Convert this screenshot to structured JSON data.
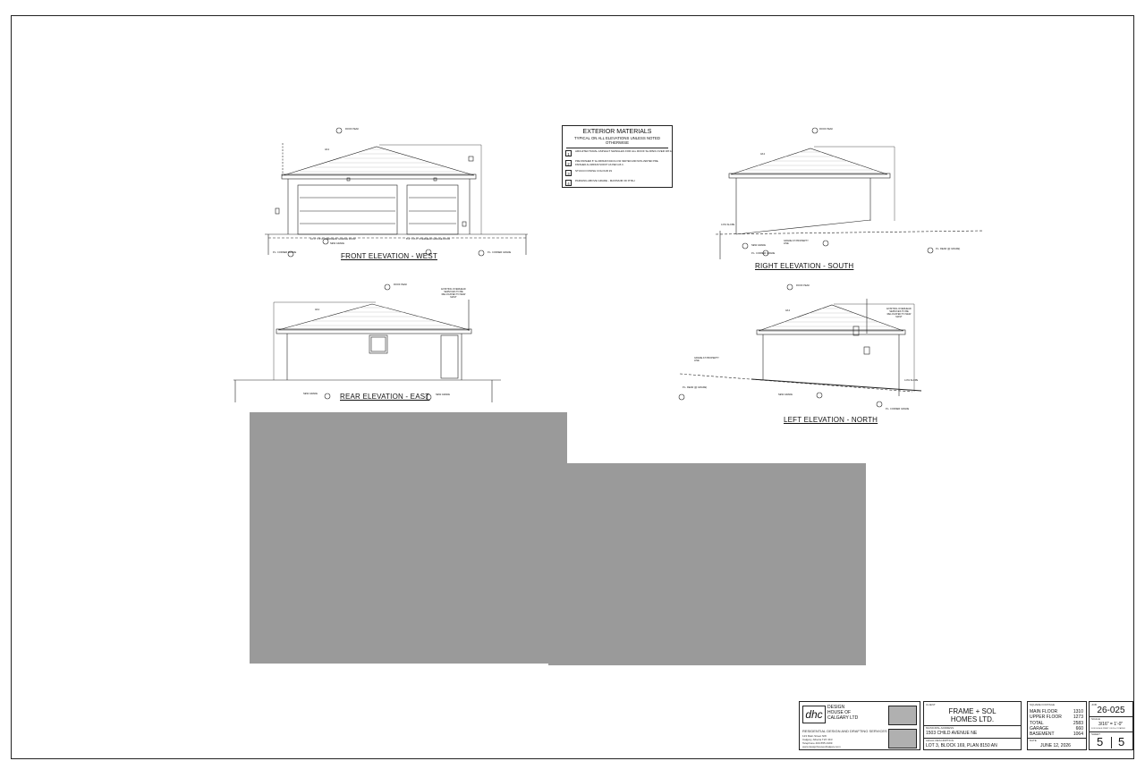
{
  "legend": {
    "title": "EXTERIOR MATERIALS",
    "subtitle": "TYPICAL ON ALL ELEVATIONS UNLESS NOTED OTHERWISE",
    "items": [
      {
        "num": "1",
        "text": "ARCHITECTURAL ASPHALT SHINGLES FOR ALL ROOF SLOPES OVER 3/8:12"
      },
      {
        "num": "2",
        "text": "PRE FINISHED 8\" ALUMINUM FASCIA C/W VENTED AND NON-VENTED PRE-FINISHED ALUMINUM SOFFIT AS PER A.B.C."
      },
      {
        "num": "3",
        "text": "STUCCO FINISH COLOUR #1"
      },
      {
        "num": "4",
        "text": "PARGING ABOVE GRADE - MAXIMUM OF 8\"/6H"
      }
    ]
  },
  "elevations": {
    "front": {
      "title": "FRONT ELEVATION - WEST",
      "roof_peak": "ROOF PEAK",
      "door_left": "16'-0\" X 8'-0\" OVERHEAD GARAGE DOOR",
      "door_right": "8'-0\" X 8'-0\" OVERHEAD GARAGE DOOR",
      "new_grade": "NEW GRADE",
      "pl_corner_left": "P.L. CORNER GRADE",
      "pl_corner_right": "P.L. CORNER GRADE",
      "pitch": "4/12"
    },
    "right": {
      "title": "RIGHT ELEVATION - SOUTH",
      "roof_peak": "ROOF PEAK",
      "slope": "4.0% SLOPE",
      "new_grade": "NEW GRADE",
      "grade_at_pl": "GRADE AT PROPERTY LINE",
      "pl_corner": "P.L. CORNER GRADE",
      "pl_rear": "P.L. REAR (@ GRADE)",
      "pitch": "4/12"
    },
    "rear": {
      "title": "REAR ELEVATION - EAST",
      "roof_peak": "ROOF PEAK",
      "note": "EXISTING OVERHEAD SERVICES TO BE RELOCATED TO NEW MAST",
      "new_grade_left": "NEW GRADE",
      "new_grade_right": "NEW GRADE",
      "pitch": "4/12"
    },
    "left": {
      "title": "LEFT ELEVATION - NORTH",
      "roof_peak": "ROOF PEAK",
      "note": "EXISTING OVERHEAD SERVICES TO BE RELOCATED TO NEW MAST",
      "grade_at_pl": "GRADE AT PROPERTY LINE",
      "pl_rear": "P.L. REAR (@ GRADE)",
      "new_grade": "NEW GRADE",
      "pl_corner": "P.L. CORNER GRADE",
      "slope": "4.0% SLOPE",
      "pitch": "4/12"
    }
  },
  "title_block": {
    "company_logo": "dhc",
    "company_name": [
      "DESIGN",
      "HOUSE OF",
      "CALGARY LTD"
    ],
    "company_tagline": "RESIDENTIAL DESIGN AND DRAFTING SERVICES",
    "company_contact": [
      "123 Main Street NW",
      "Calgary, Alberta T2X 3K3",
      "Telephone 403-555-0199",
      "www.designhouseofcalgary.com"
    ],
    "client_label": "CLIENT",
    "client_name": [
      "FRAME + SOL",
      "HOMES LTD."
    ],
    "address_label": "MUNICIPAL ADDRESS",
    "address": "1503 CHILD AVENUE NE",
    "legal_label": "LEGAL DESCRIPTION",
    "legal": "LOT 3,  BLOCK 169,  PLAN 8150 AN",
    "sqft_label": "SQUARE FOOTAGE",
    "areas": [
      {
        "label": "MAIN FLOOR",
        "value": "1310"
      },
      {
        "label": "UPPER FLOOR",
        "value": "1273"
      },
      {
        "label": "TOTAL",
        "value": "2583"
      },
      {
        "label": "GARAGE",
        "value": "660"
      },
      {
        "label": "BASEMENT",
        "value": "1064"
      }
    ],
    "date_label": "DATE",
    "date": "JUNE 12, 2026",
    "job_label": "JOB",
    "job": "26-025",
    "scale_label": "SCALE",
    "scale": "3/16\" = 1'-0\"",
    "scale_note": "FOR SCALE PRINT ON 11x17 PAPER",
    "sheet_label": "SHEET",
    "sheet": "5",
    "sheets_total": "5"
  }
}
